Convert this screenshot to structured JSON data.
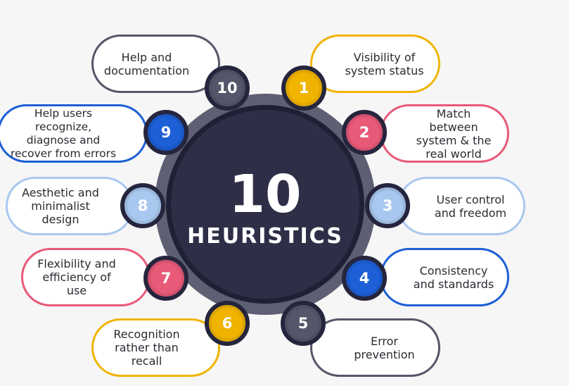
{
  "center": {
    "number": "10",
    "label": "HEURISTICS"
  },
  "colors": {
    "gray": "#55566a",
    "yellow": "#f0b400",
    "pink": "#e85a78",
    "lightblue": "#a9c8ef",
    "blue": "#1d5fd6"
  },
  "heuristics": [
    {
      "number": "1",
      "text": "Visibility of system status",
      "color": "#f0b400"
    },
    {
      "number": "2",
      "text": "Match between system & the real world",
      "color": "#e85a78"
    },
    {
      "number": "3",
      "text": "User control and freedom",
      "color": "#a9c8ef"
    },
    {
      "number": "4",
      "text": "Consistency and standards",
      "color": "#1d5fd6"
    },
    {
      "number": "5",
      "text": "Error prevention",
      "color": "#55566a"
    },
    {
      "number": "6",
      "text": "Recognition rather than recall",
      "color": "#f0b400"
    },
    {
      "number": "7",
      "text": "Flexibility and efficiency of use",
      "color": "#e85a78"
    },
    {
      "number": "8",
      "text": "Aesthetic and minimalist design",
      "color": "#a9c8ef"
    },
    {
      "number": "9",
      "text": "Help users recognize, diagnose and recover from errors",
      "color": "#1d5fd6"
    },
    {
      "number": "10",
      "text": "Help and documentation",
      "color": "#55566a"
    }
  ]
}
